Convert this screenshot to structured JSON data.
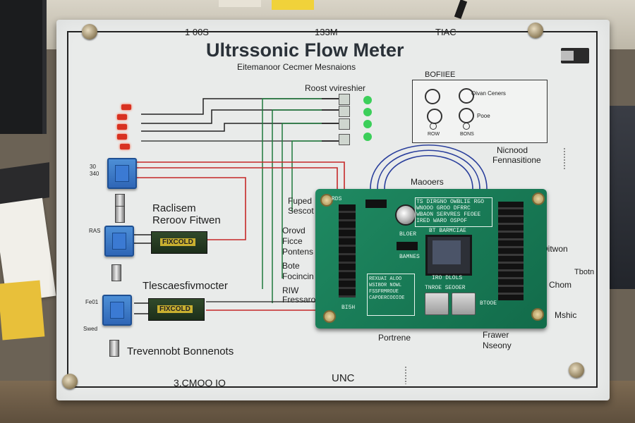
{
  "header": {
    "left": "1 00S",
    "mid": "133M",
    "right": "TIAC",
    "title": "Ultrssonic Flow Meter",
    "subtitle": "Eitemanoor Cecmer Mesnaions"
  },
  "legend": {
    "title": "BOFIIEE",
    "item1": "Oivan Ceners",
    "item2": "Pooe",
    "label_row": "ROW",
    "label_bons": "BONS"
  },
  "top_label": "Roost vvireshier",
  "left_side": {
    "rackseim": "Raclisem",
    "reroov": "Reroov Fitwen",
    "tiescase": "Tlescaesfivmocter",
    "trevennobt": "Trevennobt Bonnenots",
    "fixcold": "FIXCOLD",
    "tag_a": "30",
    "tag_b": "340",
    "tag_c": "RAS",
    "tag_d": "Fe01",
    "tag_e": "Swed"
  },
  "mid_labels": {
    "fuped": "Fuped",
    "sescot": "Sescot",
    "orovd": "Orovd",
    "ficce": "Ficce",
    "pontens": "Pontens",
    "bote": "Bote",
    "focincin": "Focincin",
    "riw": "RIW",
    "fressaror": "Fressaror"
  },
  "right_labels": {
    "nicnood": "Nicnood",
    "fennasitione": "Fennasitione",
    "maooers": "Maooers",
    "ditwon": "Ditwon",
    "tbotn": "Tbotn",
    "chom": "Chom",
    "mshic": "Mshic",
    "portrene": "Portrene",
    "frawer": "Frawer",
    "nseony": "Nseony"
  },
  "pcb": {
    "line1": "TS DIRGNO OWBLIE RGO",
    "line2": "WNOOO GROO DFRRC",
    "line3": "WBAON SERVRES FEOEE",
    "line4": "IRED WARO OSPOF",
    "bt_label": "BT BARMCIAE",
    "bloer": "BLOER",
    "bamnes": "BAMNES",
    "block_text": "REXUAI ALOO WSIBOR NOWL FSSFRMROUE CAPOERCOOIOE",
    "bt_b": "IRO DLOLS",
    "bt_c": "TNROE SEOOER",
    "bt_d": "BTOOE",
    "corner": "RDS",
    "bottom": "BI5H"
  },
  "footer": {
    "left": "3.CMOO IO",
    "mid": "UNC"
  },
  "colors": {
    "board": "#e9ebea",
    "pcb": "#1a7d58",
    "wire_red": "#c62828",
    "wire_green": "#1f7a3c",
    "wire_blue": "#2a3f9c"
  }
}
